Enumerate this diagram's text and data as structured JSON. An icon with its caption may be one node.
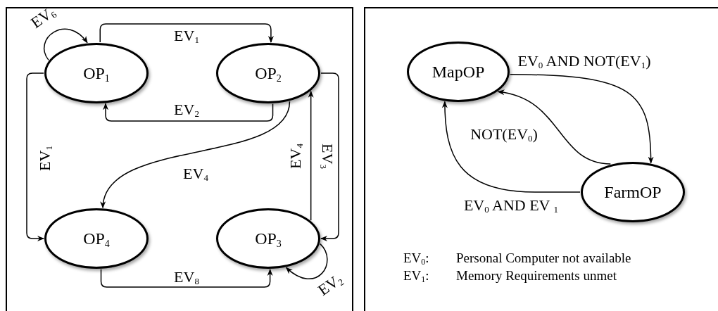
{
  "diagram": {
    "nodes": [
      {
        "text": [],
        "shape": "box"
      },
      {
        "text": [
          "OP$_{1}$"
        ],
        "in": 0
      },
      {
        "text": [
          "OP$_{2}$"
        ],
        "in": 0
      },
      {
        "text": [
          "OP$_{4}$"
        ],
        "in": 0
      },
      {
        "text": [
          "OP$_{3}$"
        ],
        "in": 0
      },
      {
        "text": [],
        "shape": "box"
      },
      {
        "text": [
          "MapOP"
        ],
        "in": 5
      },
      {
        "text": [
          "FarmOP"
        ],
        "in": 5
      }
    ],
    "edges": [
      {
        "from": 1,
        "to": 2,
        "arrow": "to",
        "label": "EV$_{1}$"
      },
      {
        "from": 2,
        "to": 1,
        "arrow": "to",
        "label": "EV$_{2}$"
      },
      {
        "from": 1,
        "to": 1,
        "arrow": "to",
        "label": "EV$_{6}$"
      },
      {
        "from": 1,
        "to": 3,
        "arrow": "to",
        "label": "EV$_{1}$"
      },
      {
        "from": 2,
        "to": 3,
        "arrow": "to",
        "label": "EV$_{4}$"
      },
      {
        "from": 4,
        "to": 2,
        "arrow": "to",
        "label": "EV$_{4}$"
      },
      {
        "from": 2,
        "to": 4,
        "arrow": "to",
        "label": "EV$_{3}$"
      },
      {
        "from": 3,
        "to": 4,
        "arrow": "to",
        "label": "EV$_{8}$"
      },
      {
        "from": 4,
        "to": 4,
        "arrow": "to",
        "label": "EV$_{2}$"
      },
      {
        "from": 6,
        "to": 7,
        "arrow": "to",
        "label": "EV$_{0}$ AND NOT(EV$_{1}$)"
      },
      {
        "from": 7,
        "to": 6,
        "arrow": "to",
        "label": "NOT(EV$_{0}$)"
      },
      {
        "from": 7,
        "to": 6,
        "arrow": "to",
        "label": "EV$_{0}$ AND EV $_{1}$"
      }
    ],
    "labels": [
      "EV$_{0}$:",
      "Personal Computer not available",
      "EV$_{1}$:",
      "Memory Requirements unmet"
    ]
  }
}
